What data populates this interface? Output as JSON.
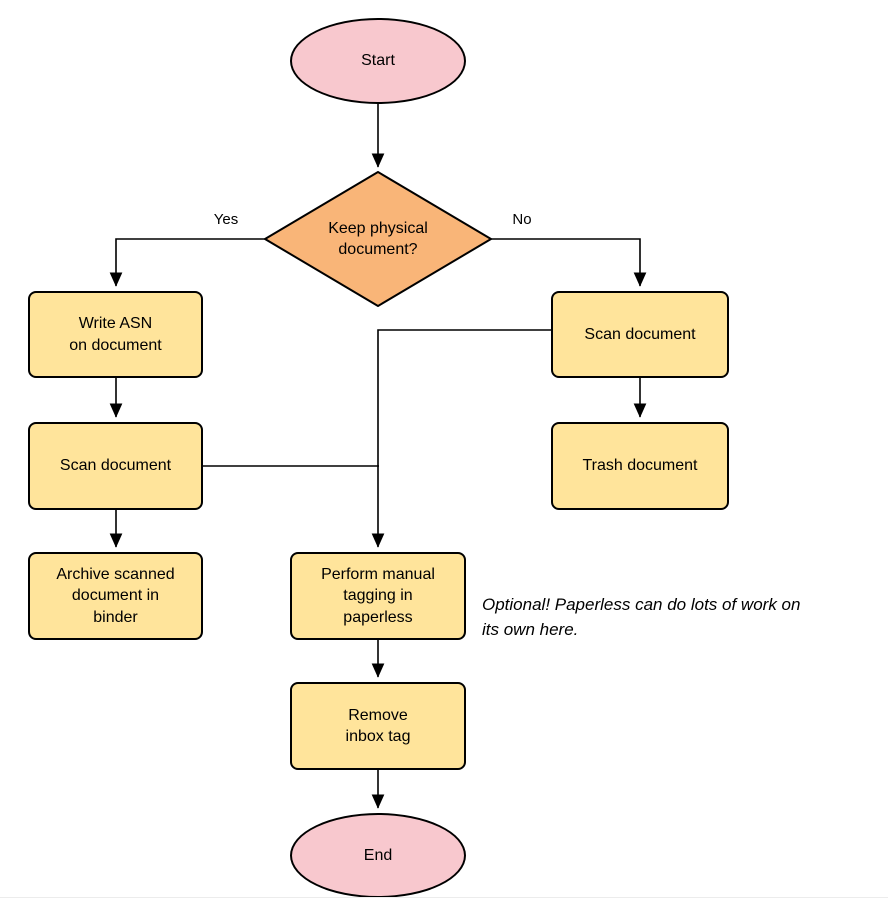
{
  "nodes": {
    "start": "Start",
    "decision": "Keep physical\ndocument?",
    "write_asn": "Write ASN\non document",
    "scan_left": "Scan document",
    "archive": "Archive scanned\ndocument in\nbinder",
    "scan_right": "Scan document",
    "trash": "Trash document",
    "tagging": "Perform manual\ntagging in\npaperless",
    "remove_inbox": "Remove\ninbox tag",
    "end": "End"
  },
  "edge_labels": {
    "yes": "Yes",
    "no": "No"
  },
  "annotation": "Optional! Paperless can do lots of work on\nits own here.",
  "colors": {
    "terminal-fill": "#f8c8ce",
    "decision-fill": "#f9b578",
    "process-fill": "#ffe49b",
    "stroke": "#000000",
    "background": "#ffffff"
  }
}
